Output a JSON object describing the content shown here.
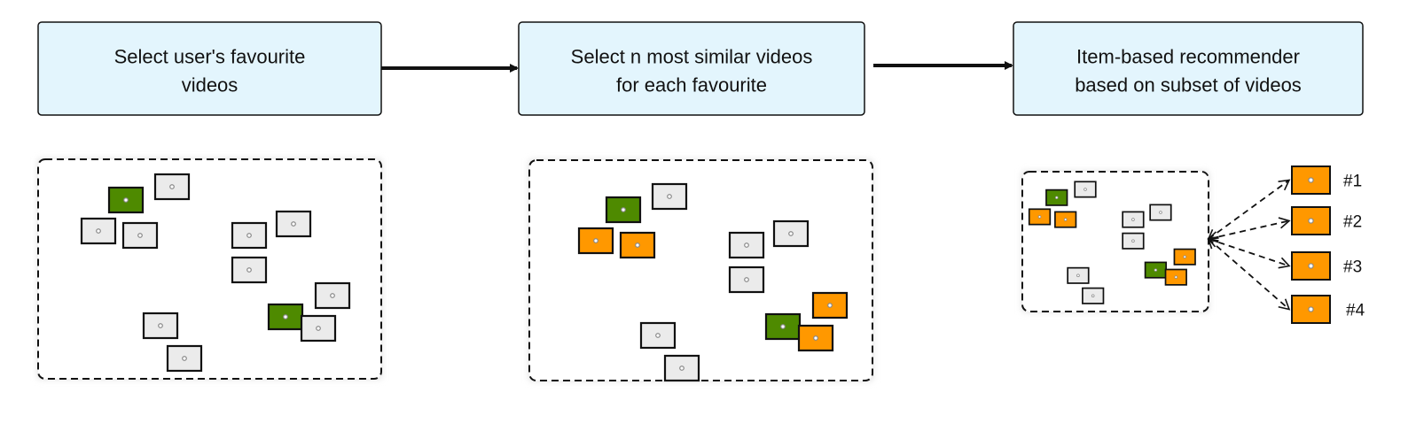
{
  "steps": [
    {
      "lines": [
        "Select user's favourite",
        "videos"
      ]
    },
    {
      "lines": [
        "Select n most similar videos",
        "for each favourite"
      ]
    },
    {
      "lines": [
        "Item-based recommender",
        "based on subset of videos"
      ]
    }
  ],
  "colors": {
    "step_fill": "#e3f5fd",
    "favourite": "#4e8a00",
    "similar": "#ff9800",
    "other": "#ebebeb",
    "stroke": "#111111"
  },
  "panels": [
    {
      "roles": [
        "favourite",
        "other",
        "other",
        "other",
        "other",
        "other",
        "other",
        "other",
        "favourite",
        "other",
        "other",
        "other"
      ]
    },
    {
      "roles": [
        "favourite",
        "other",
        "similar",
        "similar",
        "other",
        "other",
        "other",
        "similar",
        "favourite",
        "similar",
        "other",
        "other"
      ]
    },
    {
      "roles": [
        "favourite",
        "other",
        "similar",
        "similar",
        "other",
        "other",
        "other",
        "similar",
        "favourite",
        "similar",
        "other",
        "other"
      ]
    }
  ],
  "recommendations": [
    {
      "label": "#1"
    },
    {
      "label": "#2"
    },
    {
      "label": "#3"
    },
    {
      "label": "#4"
    }
  ]
}
